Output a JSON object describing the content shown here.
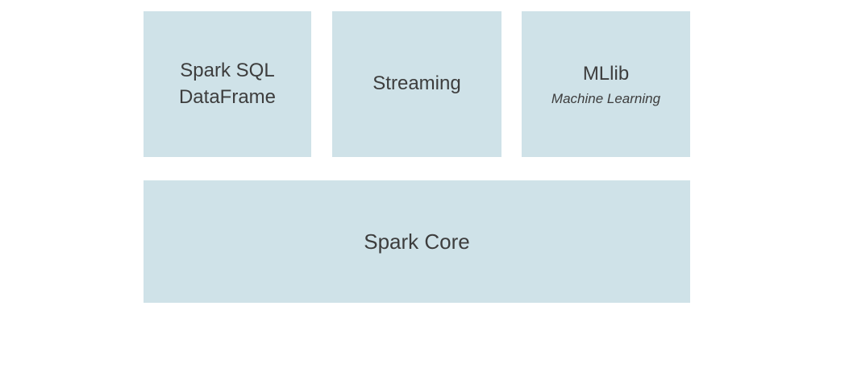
{
  "diagram": {
    "type": "block-diagram",
    "subject": "Apache Spark components stack",
    "colors": {
      "box_fill": "#cfe2e8",
      "text": "#3d3d3d",
      "background": "#ffffff"
    },
    "top_boxes": [
      {
        "label_line1": "Spark SQL",
        "label_line2": "DataFrame"
      },
      {
        "label": "Streaming"
      },
      {
        "label": "MLlib",
        "sublabel": "Machine Learning"
      }
    ],
    "bottom_box": {
      "label": "Spark Core"
    }
  }
}
